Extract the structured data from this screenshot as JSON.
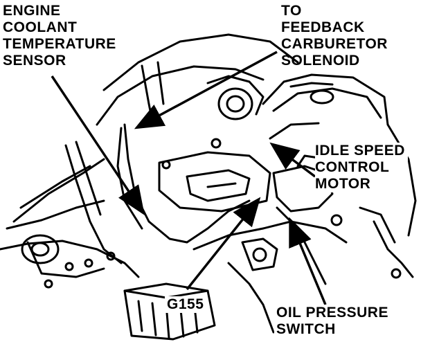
{
  "labels": {
    "ect_sensor": [
      "ENGINE",
      "COOLANT",
      "TEMPERATURE",
      "SENSOR"
    ],
    "feedback_solenoid": [
      "TO",
      "FEEDBACK",
      "CARBURETOR",
      "SOLENOID"
    ],
    "isc_motor": [
      "IDLE SPEED",
      "CONTROL",
      "MOTOR"
    ],
    "ground": [
      "G155"
    ],
    "oil_pressure": [
      "OIL PRESSURE",
      "SWITCH"
    ]
  }
}
